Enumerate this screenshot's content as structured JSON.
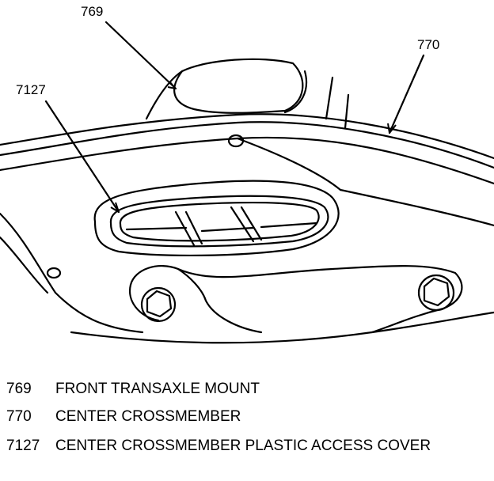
{
  "diagram": {
    "callouts": [
      {
        "id": "769",
        "label": "769"
      },
      {
        "id": "770",
        "label": "770"
      },
      {
        "id": "7127",
        "label": "7127"
      }
    ]
  },
  "legend": [
    {
      "number": "769",
      "description": "FRONT TRANSAXLE MOUNT"
    },
    {
      "number": "770",
      "description": "CENTER CROSSMEMBER"
    },
    {
      "number": "7127",
      "description": "CENTER CROSSMEMBER PLASTIC ACCESS COVER"
    }
  ]
}
